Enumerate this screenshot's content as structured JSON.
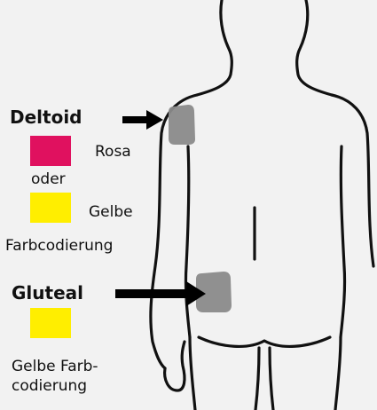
{
  "deltoid": {
    "title": "Deltoid",
    "option1": "Rosa",
    "connector": "oder",
    "option2": "Gelbe",
    "footer": "Farbcodierung",
    "color1": "#e0115f",
    "color2": "#ffee00"
  },
  "gluteal": {
    "title": "Gluteal",
    "footer_line1": "Gelbe Farb-",
    "footer_line2": "codierung",
    "color": "#ffee00"
  },
  "injection_site_color": "#8a8a8a",
  "arrow_color": "#000000"
}
